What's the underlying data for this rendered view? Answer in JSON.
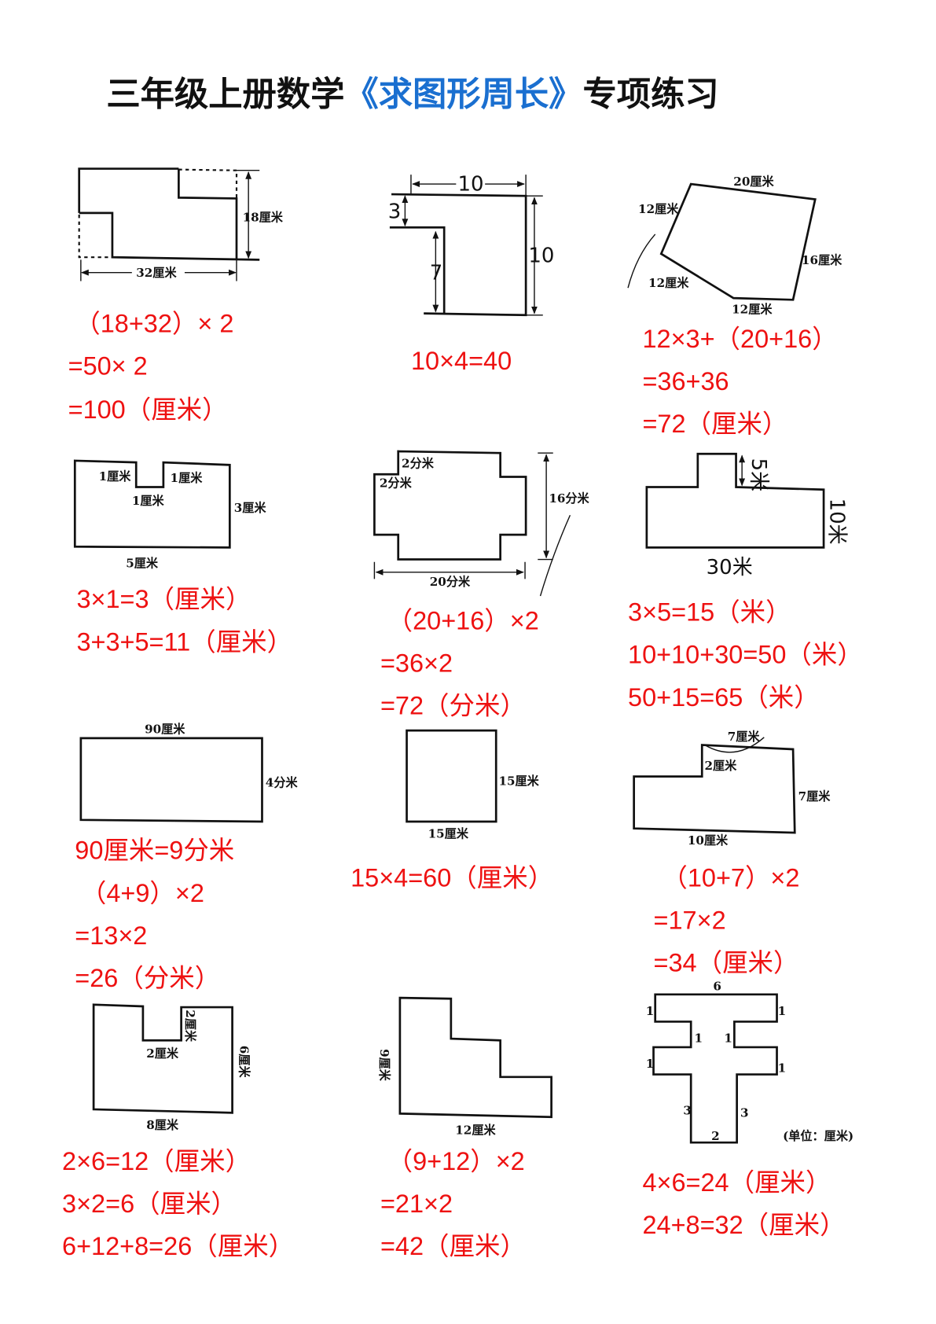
{
  "title": {
    "part1": "三年级上册数学",
    "part2": "《求图形周长》",
    "part3": "专项练习",
    "accent_color": "#1a6fd0",
    "answer_color": "#ee1111"
  },
  "problems": [
    {
      "labels": [
        "18厘米",
        "32厘米"
      ],
      "answer": [
        "（18+32）× 2",
        "=50× 2",
        "=100（厘米）"
      ]
    },
    {
      "labels": [
        "10",
        "3",
        "7",
        "10"
      ],
      "answer": [
        "10×4=40"
      ]
    },
    {
      "labels": [
        "20厘米",
        "12厘米",
        "16厘米",
        "12厘米",
        "12厘米"
      ],
      "answer": [
        "12×3+（20+16）",
        "=36+36",
        "=72（厘米）"
      ]
    },
    {
      "labels": [
        "1厘米",
        "1厘米",
        "1厘米",
        "3厘米",
        "5厘米"
      ],
      "answer": [
        "3×1=3（厘米）",
        "3+3+5=11（厘米）"
      ]
    },
    {
      "labels": [
        "2分米",
        "2分米",
        "16分米",
        "20分米"
      ],
      "answer": [
        "（20+16）×2",
        "=36×2",
        "=72（分米）"
      ]
    },
    {
      "labels": [
        "5米",
        "10米",
        "30米"
      ],
      "answer": [
        "3×5=15（米）",
        "10+10+30=50（米）",
        "50+15=65（米）"
      ]
    },
    {
      "labels": [
        "90厘米",
        "4分米"
      ],
      "answer": [
        "90厘米=9分米",
        "（4+9）×2",
        "=13×2",
        "=26（分米）"
      ]
    },
    {
      "labels": [
        "15厘米",
        "15厘米"
      ],
      "answer": [
        "15×4=60（厘米）"
      ]
    },
    {
      "labels": [
        "7厘米",
        "2厘米",
        "7厘米",
        "10厘米"
      ],
      "answer": [
        "（10+7）×2",
        "=17×2",
        "=34（厘米）"
      ]
    },
    {
      "labels": [
        "2厘米",
        "2厘米",
        "6厘米",
        "8厘米"
      ],
      "answer": [
        "2×6=12（厘米）",
        "3×2=6（厘米）",
        "6+12+8=26（厘米）"
      ]
    },
    {
      "labels": [
        "9厘米",
        "12厘米"
      ],
      "answer": [
        "（9+12）×2",
        "=21×2",
        "=42（厘米）"
      ]
    },
    {
      "labels": [
        "6",
        "1",
        "1",
        "1",
        "1",
        "1",
        "1",
        "3",
        "3",
        "2",
        "(单位：厘米)"
      ],
      "answer": [
        "4×6=24（厘米）",
        "24+8=32（厘米）"
      ]
    }
  ]
}
